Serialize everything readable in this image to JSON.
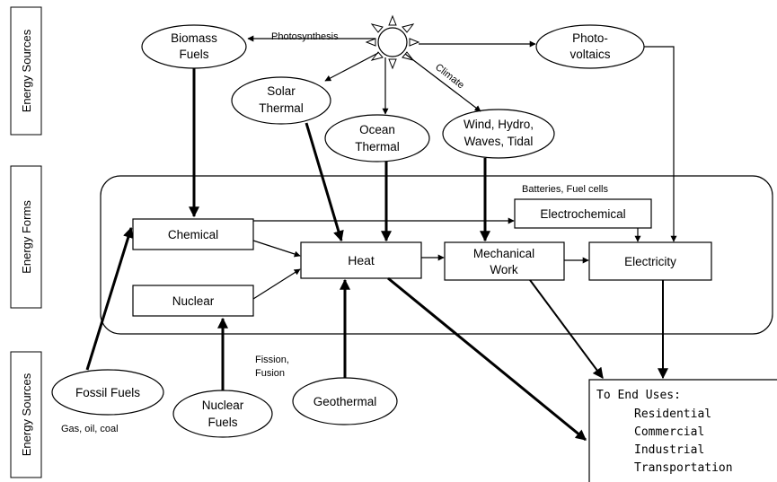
{
  "side_labels": {
    "top": "Energy Sources",
    "middle": "Energy Forms",
    "bottom": "Energy Sources"
  },
  "top_sources": {
    "biomass": [
      "Biomass",
      "Fuels"
    ],
    "photovoltaics": [
      "Photo-",
      "voltaics"
    ],
    "solar_thermal": [
      "Solar",
      "Thermal"
    ],
    "ocean_thermal": [
      "Ocean",
      "Thermal"
    ],
    "wind": [
      "Wind, Hydro,",
      "Waves, Tidal"
    ]
  },
  "flow_labels": {
    "photosynthesis": "Photosynthesis",
    "climate": "Climate",
    "batteries": "Batteries, Fuel cells",
    "fission": [
      "Fission,",
      "Fusion"
    ],
    "fossil_note": "Gas, oil, coal"
  },
  "energy_forms": {
    "chemical": "Chemical",
    "nuclear": "Nuclear",
    "heat": "Heat",
    "mechanical": [
      "Mechanical",
      "Work"
    ],
    "electrochemical": "Electrochemical",
    "electricity": "Electricity"
  },
  "bottom_sources": {
    "fossil": "Fossil Fuels",
    "nuclear_fuels": [
      "Nuclear",
      "Fuels"
    ],
    "geothermal": "Geothermal"
  },
  "end_uses": {
    "title": "To End Uses:",
    "items": [
      "Residential",
      "Commercial",
      "Industrial",
      "Transportation"
    ]
  }
}
